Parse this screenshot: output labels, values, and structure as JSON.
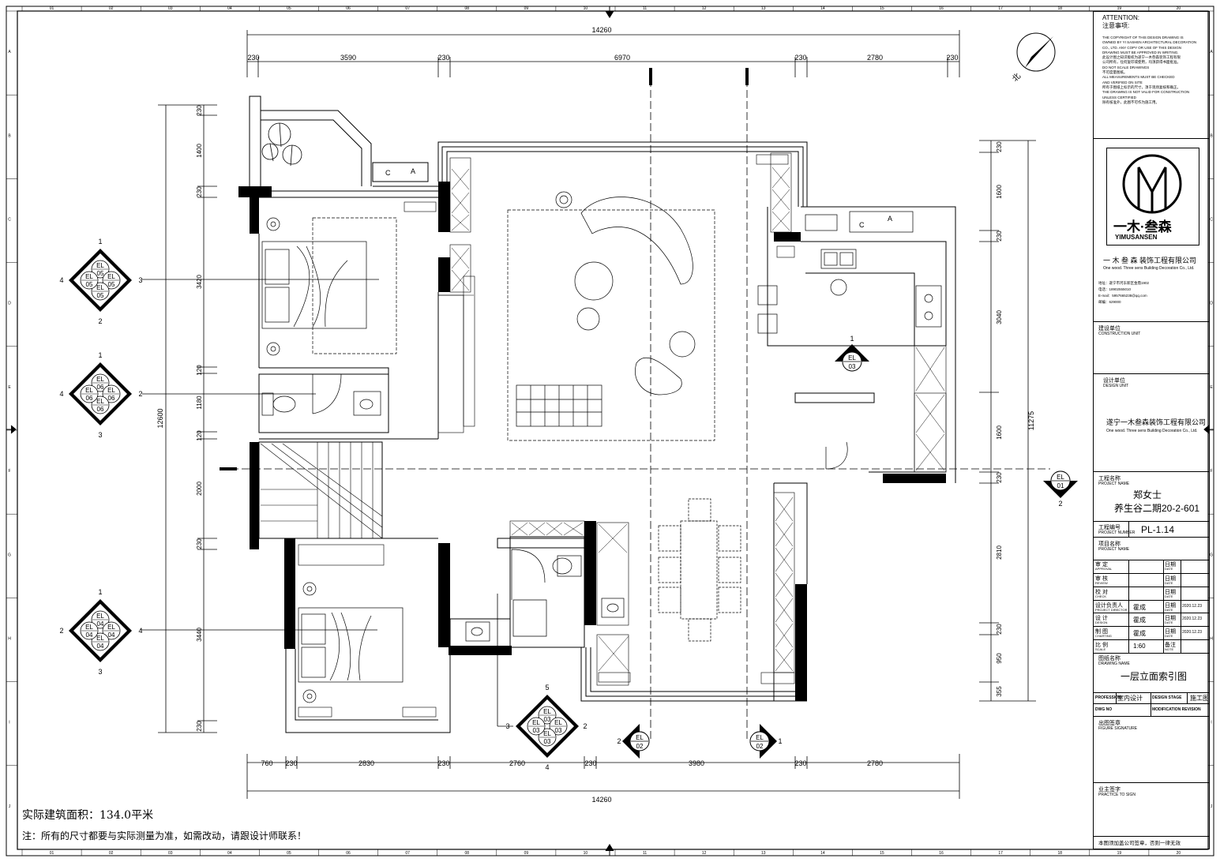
{
  "plan": {
    "dimensions_top": {
      "total": "14260",
      "segments": [
        "230",
        "3590",
        "230",
        "6970",
        "230",
        "2780",
        "230"
      ]
    },
    "dimensions_bottom": {
      "total": "14260",
      "segments": [
        "760",
        "230",
        "2830",
        "230",
        "2760",
        "230",
        "3980",
        "230",
        "2780"
      ]
    },
    "dimensions_left": {
      "total": "12600",
      "segments": [
        "230",
        "1400",
        "230",
        "3420",
        "120",
        "1180",
        "120",
        "2000",
        "230",
        "3440",
        "230"
      ]
    },
    "dimensions_right": {
      "total": "11275",
      "segments": [
        "230",
        "1600",
        "230",
        "3040",
        "1600",
        "230",
        "2810",
        "230",
        "950",
        "355"
      ]
    },
    "north_label": "北",
    "grid_columns": [
      "01",
      "02",
      "03",
      "04",
      "05",
      "06",
      "07",
      "08",
      "09",
      "10",
      "11",
      "12",
      "13",
      "14",
      "15",
      "16",
      "17",
      "18",
      "19",
      "20"
    ],
    "grid_rows": [
      "A",
      "B",
      "C",
      "D",
      "E",
      "F",
      "G",
      "H",
      "I",
      "J"
    ],
    "elevation_markers": [
      {
        "id": "EL-05",
        "sheet": "05",
        "nums": [
          "1",
          "2",
          "3",
          "4"
        ]
      },
      {
        "id": "EL-06",
        "sheet": "06",
        "nums": [
          "1",
          "2",
          "3",
          "4"
        ]
      },
      {
        "id": "EL-04",
        "sheet": "04",
        "nums": [
          "1",
          "2",
          "3",
          "4"
        ]
      },
      {
        "id": "EL-03-bath",
        "sheet": "03",
        "nums": [
          "2",
          "3",
          "4",
          "5"
        ]
      },
      {
        "id": "EL-03-kitchen",
        "sheet": "03",
        "nums": [
          "1"
        ]
      },
      {
        "id": "EL-01",
        "sheet": "01",
        "nums": [
          "2"
        ]
      },
      {
        "id": "EL-02-left",
        "sheet": "02",
        "nums": [
          "2"
        ]
      },
      {
        "id": "EL-02-right",
        "sheet": "02",
        "nums": [
          "1"
        ]
      }
    ],
    "el_text": "EL",
    "ac_labels": [
      "C",
      "A"
    ],
    "area_text": "实际建筑面积：134.0平米",
    "note_text": "注：所有的尺寸都要与实际测量为准，如需改动，请跟设计师联系！"
  },
  "title_block": {
    "attention_en": "ATTENTION:",
    "attention_cn": "注意事项:",
    "attention_body": [
      "THE COPYRIGHT OF THIS DESIGN DRAWING IS",
      "OWNED BY YI SASHEN ARCHITECTURAL DECORATION",
      "CO., LTD. ANY COPY OR USE OF THIS DESIGN",
      "DRAWING MUST BE APPROVED IN WRITING.",
      "此设计图之知识版权为遂宁一木叁森装饰工程有限",
      "公司所有，任何复印或使用，均须获得书面批准。",
      "DO NOT SCALE DRAWINGS",
      "不可度量图纸。",
      "ALL MEASUREMENTS MUST BE CHECKED",
      "AND VERIFIED ON SITE",
      "所有于图纸上标示的尺寸，须于现场复核和确正。",
      "THE DRAWING IS NOT VALID FOR CONSTRUCTION",
      "UNLESS CERTIFIED",
      "除有核准外，此图不可作为施工用。"
    ],
    "logo_cn": "一木·叁森",
    "logo_en": "YIMUSANSEN",
    "company_cn": "一 木 叁 森  装饰工程有限公司",
    "company_en": "One wood. Three sens Building Decoration Co., Ltd.",
    "contact": [
      "地址：遂宁市河东新区金鼎1902",
      "电话：18902555010",
      "E-mail：5957665238@qq.com",
      "邮编：629000"
    ],
    "construction_unit_cn": "建设单位",
    "construction_unit_en": "CONSTRUCTION UNIT",
    "design_unit_cn": "设计单位",
    "design_unit_en": "DESIGN UNIT",
    "design_company_cn": "遂宁一木叁森装饰工程有限公司",
    "design_company_en": "One wood. Three sens Building Decoration Co., Ltd.",
    "project_name_cn": "工程名称",
    "project_name_en": "PROJECT NAME",
    "client": "郑女士",
    "project": "养生谷二期20-2-601",
    "project_number_cn": "工程编号",
    "project_number_en": "PROJECT NUMBER",
    "project_number": "PL-1.14",
    "item_name_cn": "项目名称",
    "item_name_en": "PROJECT NAME",
    "rows": [
      {
        "role_cn": "审    定",
        "role_en": "APPROVAL",
        "name": "",
        "date_cn": "日期",
        "date_en": "DATE",
        "date": ""
      },
      {
        "role_cn": "审    核",
        "role_en": "REVIEW",
        "name": "",
        "date_cn": "日期",
        "date_en": "DATE",
        "date": ""
      },
      {
        "role_cn": "校    对",
        "role_en": "CHECK",
        "name": "",
        "date_cn": "日期",
        "date_en": "DATE",
        "date": ""
      },
      {
        "role_cn": "设计负责人",
        "role_en": "PROJECT DIRECTOR",
        "name": "霍成",
        "date_cn": "日期",
        "date_en": "DATE",
        "date": "2020.12.23"
      },
      {
        "role_cn": "设    计",
        "role_en": "DESIGN",
        "name": "霍成",
        "date_cn": "日期",
        "date_en": "DATE",
        "date": "2020.12.23"
      },
      {
        "role_cn": "制    图",
        "role_en": "CHARTING",
        "name": "霍成",
        "date_cn": "日期",
        "date_en": "DATE",
        "date": "2020.12.23"
      },
      {
        "role_cn": "比    例",
        "role_en": "SCALE",
        "name": "1:60",
        "date_cn": "备注",
        "date_en": "NOTE",
        "date": ""
      }
    ],
    "drawing_name_cn": "图纸名称",
    "drawing_name_en": "DRAWING NAME",
    "drawing_name": "一层立面索引图",
    "profession_en": "PROFESSION",
    "profession": "室内设计",
    "design_stage_en": "DESIGN STAGE",
    "design_stage": "施工图",
    "dwg_no_en": "DWG NO",
    "modification_en": "MODIFICATION REVISION",
    "figure_sig_cn": "出图签章",
    "figure_sig_en": "FIGURE SIGNATURE",
    "owner_sig_cn": "业主签字",
    "owner_sig_en": "PRACTICE TO SIGN",
    "footer": "本图须加盖公司签章，否则一律无效"
  },
  "colors": {
    "line": "#000000",
    "background": "#ffffff"
  }
}
